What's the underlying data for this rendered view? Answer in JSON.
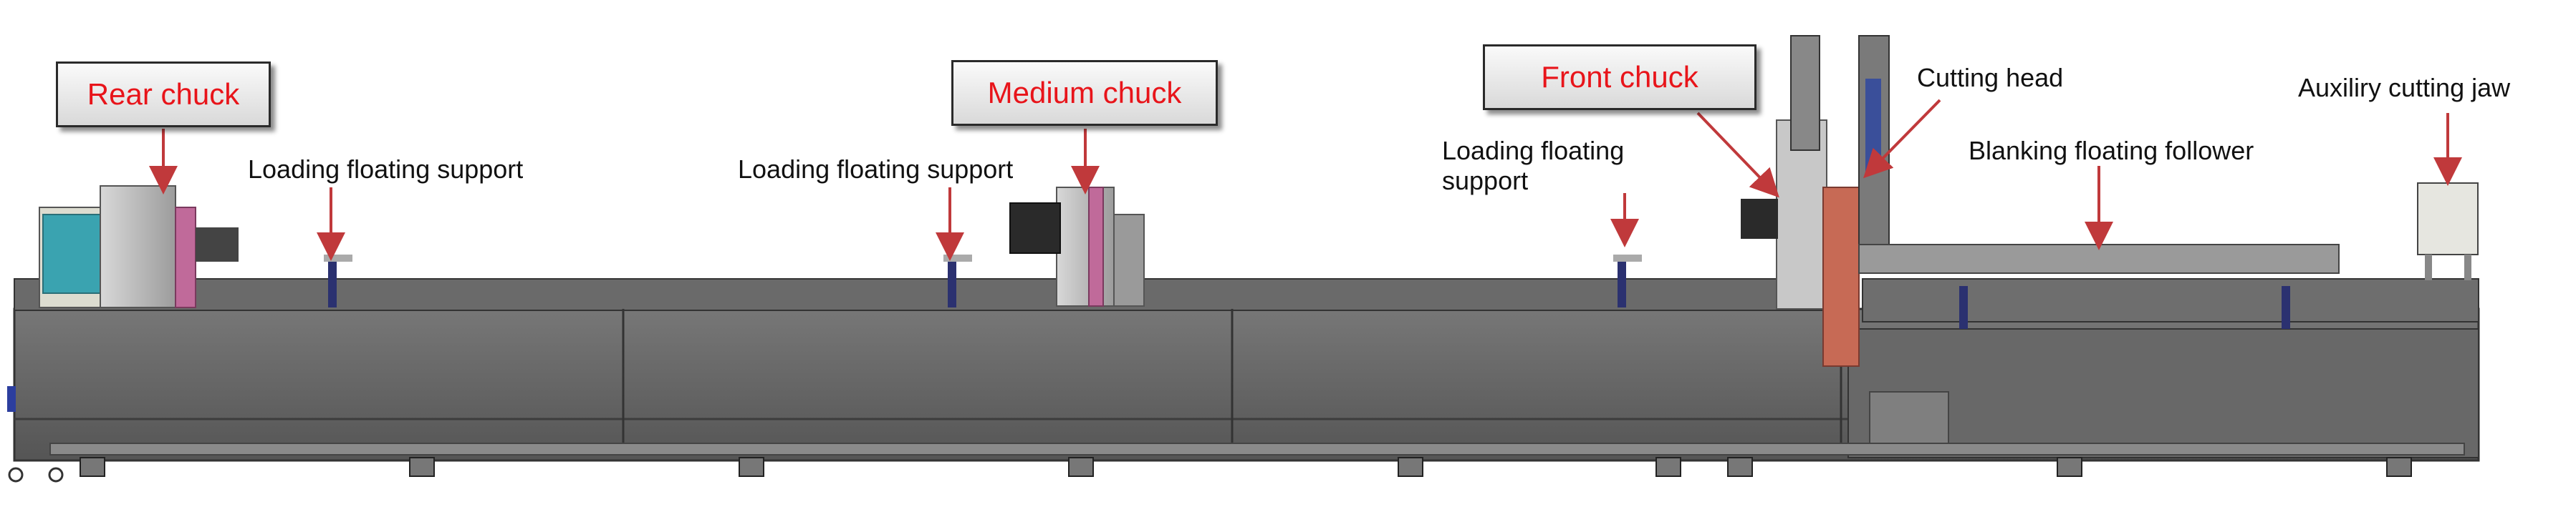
{
  "callouts": {
    "rear_chuck": "Rear chuck",
    "medium_chuck": "Medium chuck",
    "front_chuck": "Front chuck",
    "loading_support_1": "Loading floating support",
    "loading_support_2": "Loading floating support",
    "loading_support_3_line1": "Loading floating",
    "loading_support_3_line2": "support",
    "cutting_head": "Cutting head",
    "blanking_follower": "Blanking floating follower",
    "auxiliary_jaw": "Auxiliry cutting jaw"
  },
  "colors": {
    "callout_text": "#e8141a",
    "arrow": "#c0393b",
    "bed_dark": "#5f5f5f",
    "bed_light": "#6c6c6c",
    "chuck_pink": "#c06a9a",
    "chuck_teal": "#3aa3b0"
  }
}
